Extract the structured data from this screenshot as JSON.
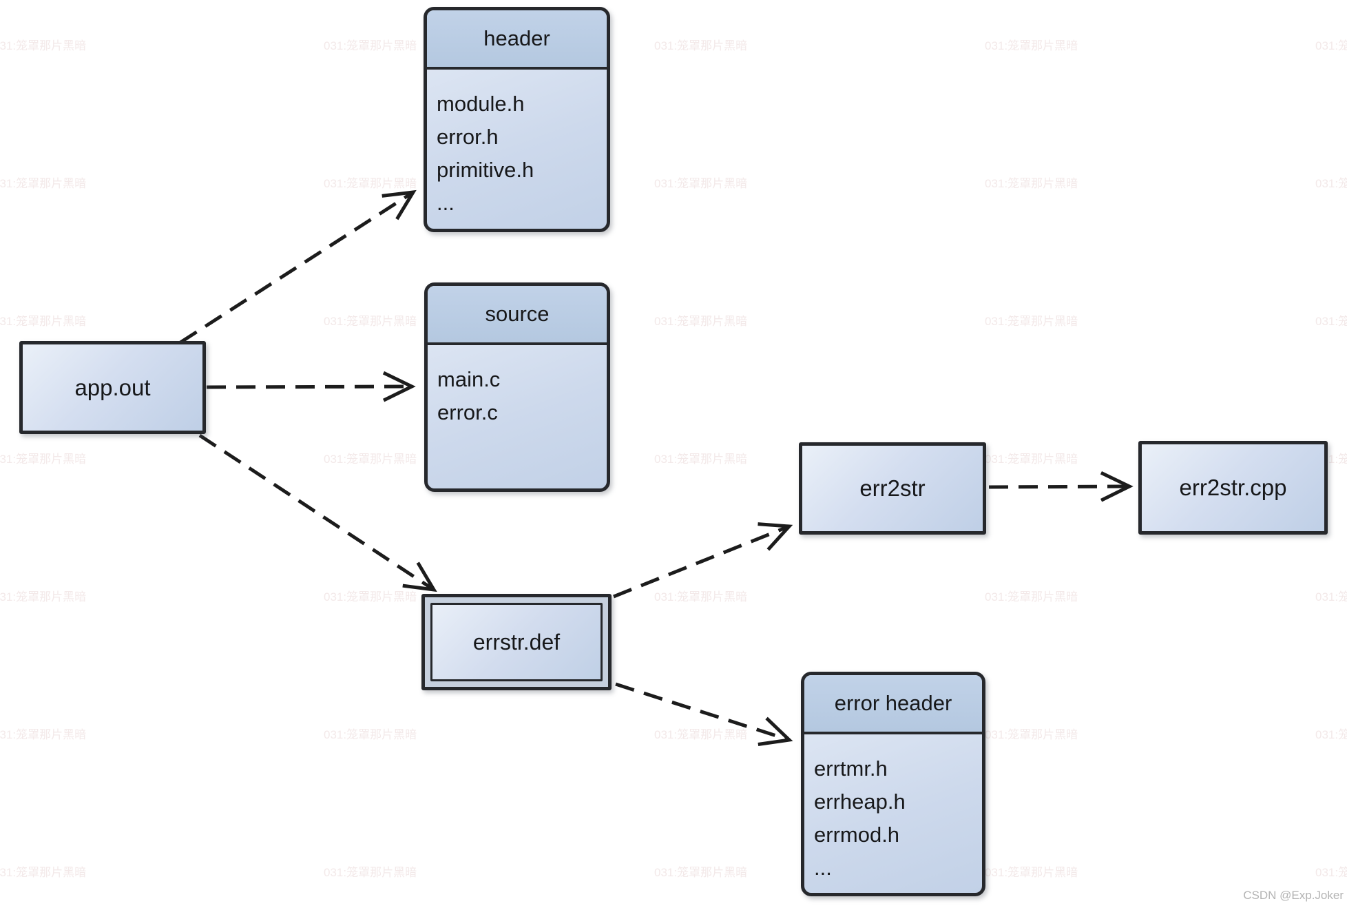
{
  "colors": {
    "background": "#ffffff",
    "box_border": "#26282c",
    "box_fill_light": "#e9eff8",
    "box_fill_dark": "#bfcfe6",
    "title_strip_fill": "#b9c9e2",
    "double_box_gap_fill": "#c6d0de",
    "arrow_line": "#1c1c1c",
    "credit_text": "#b3b3b3"
  },
  "nodes": {
    "app_out": {
      "label": "app.out"
    },
    "header": {
      "title": "header",
      "items": [
        "module.h",
        "error.h",
        "primitive.h",
        "..."
      ]
    },
    "source": {
      "title": "source",
      "items": [
        "main.c",
        "error.c"
      ]
    },
    "errstr_def": {
      "label": "errstr.def"
    },
    "err2str": {
      "label": "err2str"
    },
    "err2str_cpp": {
      "label": "err2str.cpp"
    },
    "error_header": {
      "title": "error header",
      "items": [
        "errtmr.h",
        "errheap.h",
        "errmod.h",
        "..."
      ]
    }
  },
  "edges": [
    {
      "from": "app.out",
      "to": "header",
      "style": "dashed, open arrowhead"
    },
    {
      "from": "app.out",
      "to": "source",
      "style": "dashed, open arrowhead"
    },
    {
      "from": "app.out",
      "to": "errstr.def",
      "style": "dashed, open arrowhead"
    },
    {
      "from": "errstr.def",
      "to": "err2str",
      "style": "dashed, open arrowhead"
    },
    {
      "from": "err2str",
      "to": "err2str.cpp",
      "style": "dashed, open arrowhead"
    },
    {
      "from": "errstr.def",
      "to": "error header",
      "style": "dashed, open arrowhead"
    }
  ],
  "watermarks": {
    "tile_text": "031:笼罩那片黑暗",
    "credit": "CSDN @Exp.Joker"
  }
}
